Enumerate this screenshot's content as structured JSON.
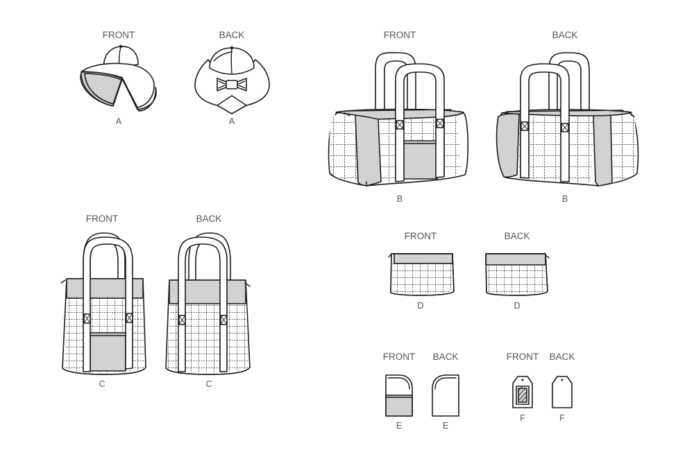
{
  "views": {
    "hat_front": {
      "label": "FRONT",
      "letter": "A"
    },
    "hat_back": {
      "label": "BACK",
      "letter": "A"
    },
    "duffel_front": {
      "label": "FRONT",
      "letter": "B"
    },
    "duffel_back": {
      "label": "BACK",
      "letter": "B"
    },
    "tote_front": {
      "label": "FRONT",
      "letter": "C"
    },
    "tote_back": {
      "label": "BACK",
      "letter": "C"
    },
    "pouch_front": {
      "label": "FRONT",
      "letter": "D"
    },
    "pouch_back": {
      "label": "BACK",
      "letter": "D"
    },
    "case_front": {
      "label": "FRONT",
      "letter": "E"
    },
    "case_back": {
      "label": "BACK",
      "letter": "E"
    },
    "tag_front": {
      "label": "FRONT",
      "letter": "F"
    },
    "tag_back": {
      "label": "BACK",
      "letter": "F"
    }
  },
  "colors": {
    "ink": "#1a1a1a",
    "shade": "#d2d2d2",
    "text": "#555555"
  }
}
